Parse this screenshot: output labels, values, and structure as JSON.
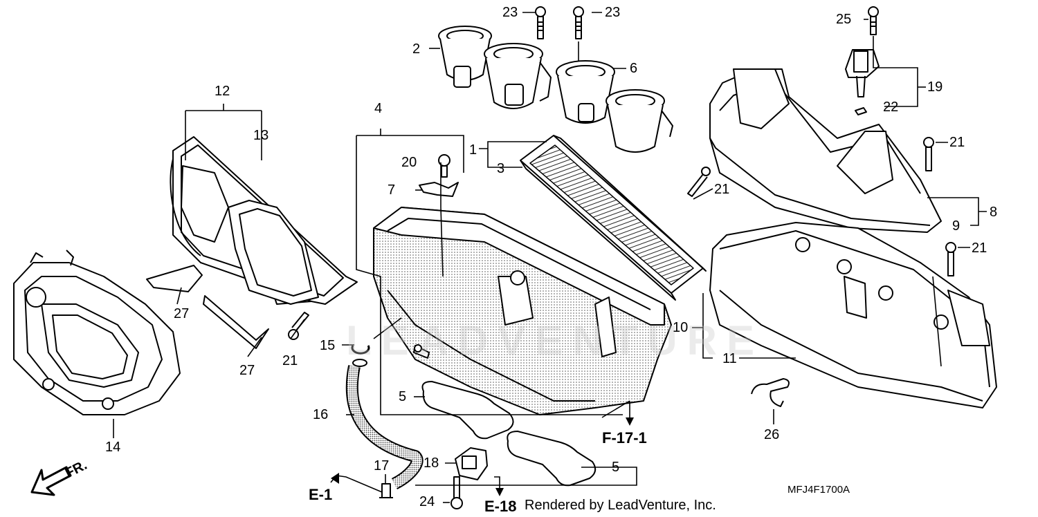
{
  "callouts": [
    {
      "id": "2",
      "text": "2"
    },
    {
      "id": "23a",
      "text": "23"
    },
    {
      "id": "23b",
      "text": "23"
    },
    {
      "id": "25",
      "text": "25"
    },
    {
      "id": "6",
      "text": "6"
    },
    {
      "id": "19",
      "text": "19"
    },
    {
      "id": "22",
      "text": "22"
    },
    {
      "id": "12",
      "text": "12"
    },
    {
      "id": "13",
      "text": "13"
    },
    {
      "id": "4",
      "text": "4"
    },
    {
      "id": "1",
      "text": "1"
    },
    {
      "id": "3",
      "text": "3"
    },
    {
      "id": "20",
      "text": "20"
    },
    {
      "id": "7",
      "text": "7"
    },
    {
      "id": "21a",
      "text": "21"
    },
    {
      "id": "21b",
      "text": "21"
    },
    {
      "id": "8",
      "text": "8"
    },
    {
      "id": "9",
      "text": "9"
    },
    {
      "id": "21c",
      "text": "21"
    },
    {
      "id": "10",
      "text": "10"
    },
    {
      "id": "11",
      "text": "11"
    },
    {
      "id": "27a",
      "text": "27"
    },
    {
      "id": "27b",
      "text": "27"
    },
    {
      "id": "21d",
      "text": "21"
    },
    {
      "id": "15",
      "text": "15"
    },
    {
      "id": "5a",
      "text": "5"
    },
    {
      "id": "16",
      "text": "16"
    },
    {
      "id": "5b",
      "text": "5"
    },
    {
      "id": "14",
      "text": "14"
    },
    {
      "id": "18",
      "text": "18"
    },
    {
      "id": "17",
      "text": "17"
    },
    {
      "id": "24",
      "text": "24"
    },
    {
      "id": "26",
      "text": "26"
    }
  ],
  "references": {
    "f17": "F-17-1",
    "e1": "E-1",
    "e18": "E-18"
  },
  "front_marker": "FR.",
  "diagram_code": "MFJ4F1700A",
  "credit": "Rendered by LeadVenture, Inc.",
  "watermark": "LEADVENTURE",
  "colors": {
    "line": "#000000",
    "shade": "#777777",
    "watermark": "#c8c8c8"
  }
}
